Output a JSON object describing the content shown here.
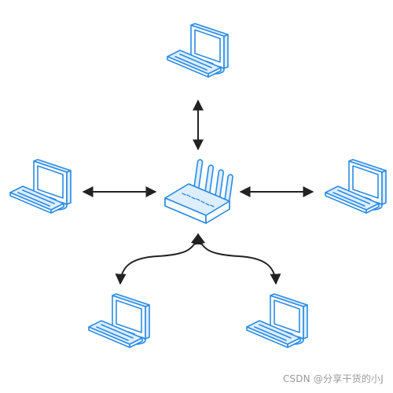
{
  "diagram": {
    "nodes": [
      {
        "id": "router",
        "kind": "router",
        "label": ""
      },
      {
        "id": "pc_top",
        "kind": "computer",
        "label": ""
      },
      {
        "id": "pc_left",
        "kind": "computer",
        "label": ""
      },
      {
        "id": "pc_right",
        "kind": "computer",
        "label": ""
      },
      {
        "id": "pc_bottom_left",
        "kind": "computer",
        "label": ""
      },
      {
        "id": "pc_bottom_right",
        "kind": "computer",
        "label": ""
      }
    ],
    "edges": [
      {
        "from": "router",
        "to": "pc_top",
        "direction": "both"
      },
      {
        "from": "router",
        "to": "pc_left",
        "direction": "both"
      },
      {
        "from": "router",
        "to": "pc_right",
        "direction": "both"
      },
      {
        "from": "router",
        "to": "pc_bottom_left",
        "direction": "both"
      },
      {
        "from": "router",
        "to": "pc_bottom_right",
        "direction": "both"
      }
    ],
    "colors": {
      "device_stroke": "#2b8be6",
      "device_fill": "#ddeeff",
      "screen_fill": "#ffffff",
      "arrow": "#222222"
    }
  },
  "watermark": "CSDN @分享干货的小J"
}
